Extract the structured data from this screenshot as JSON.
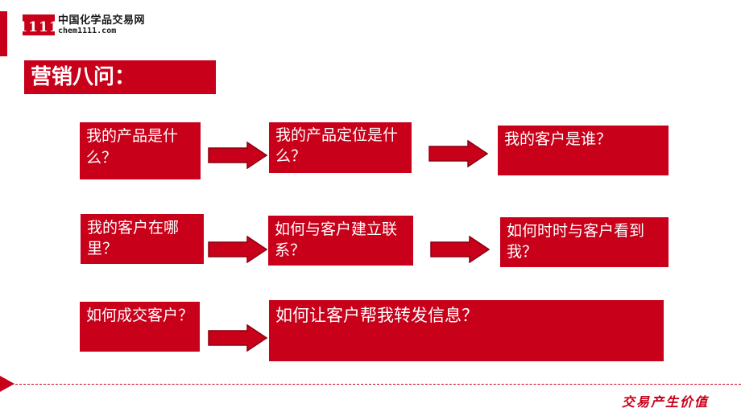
{
  "logo": {
    "badge": "1111",
    "cn": "中国化学品交易网",
    "en": "chem1111.com"
  },
  "title": "营销八问：",
  "questions": [
    "我的产品是什么？",
    "我的产品定位是什么？",
    "我的客户是谁？",
    "我的客户在哪里？",
    "如何与客户建立联系？",
    "如何时时与客户看到我？",
    "如何成交客户？",
    "如何让客户帮我转发信息？"
  ],
  "slogan": "交易产生价值",
  "colors": {
    "accent": "#c8001a",
    "text_on_accent": "#ffffff"
  }
}
